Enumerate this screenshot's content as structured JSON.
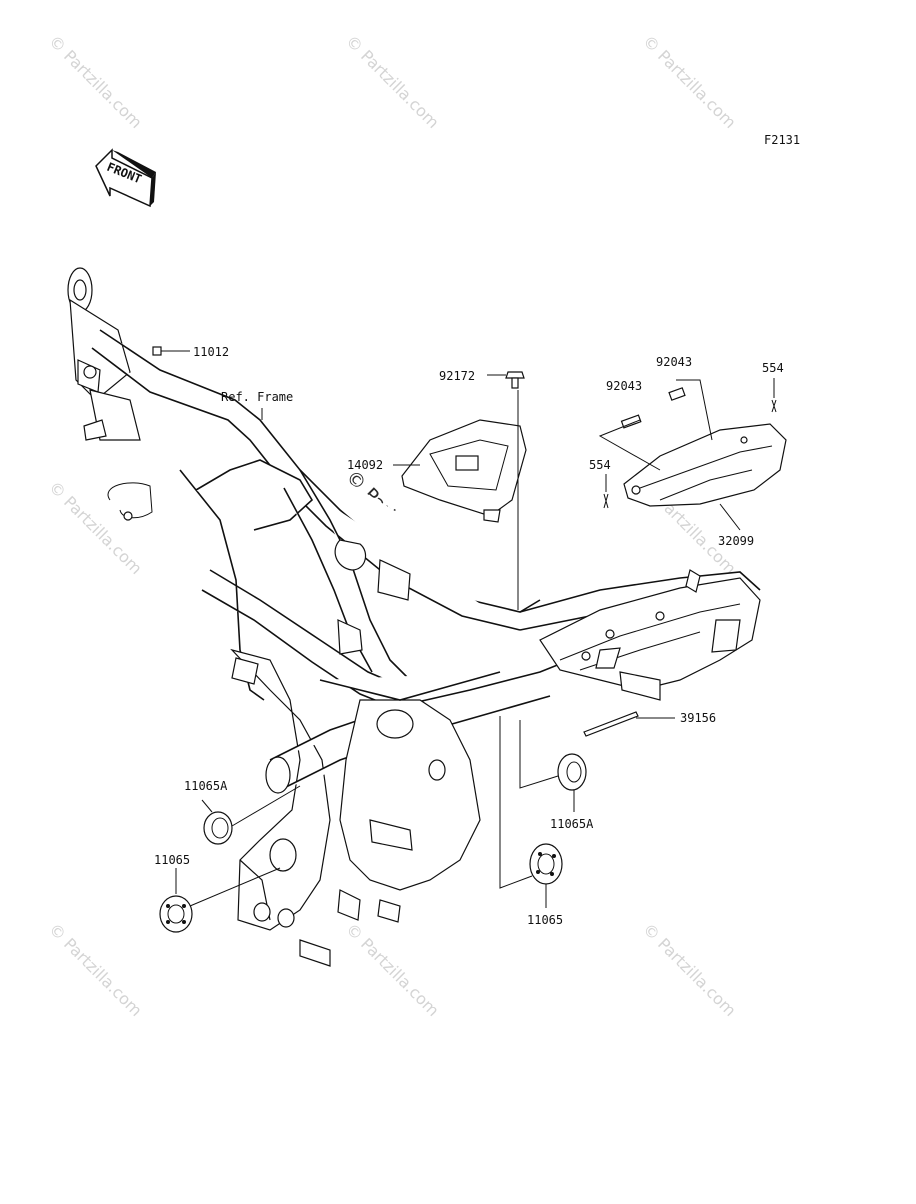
{
  "diagram": {
    "code": "F2131",
    "front_label": "FRONT",
    "ref_label": "Ref. Frame",
    "watermark": "© Partzilla.com",
    "parts": {
      "p11012": "11012",
      "p92172": "92172",
      "p14092": "14092",
      "p92043a": "92043",
      "p92043b": "92043",
      "p554a": "554",
      "p554b": "554",
      "p32099": "32099",
      "p39156": "39156",
      "p11065A_left": "11065A",
      "p11065_left": "11065",
      "p11065A_right": "11065A",
      "p11065_right": "11065"
    }
  }
}
